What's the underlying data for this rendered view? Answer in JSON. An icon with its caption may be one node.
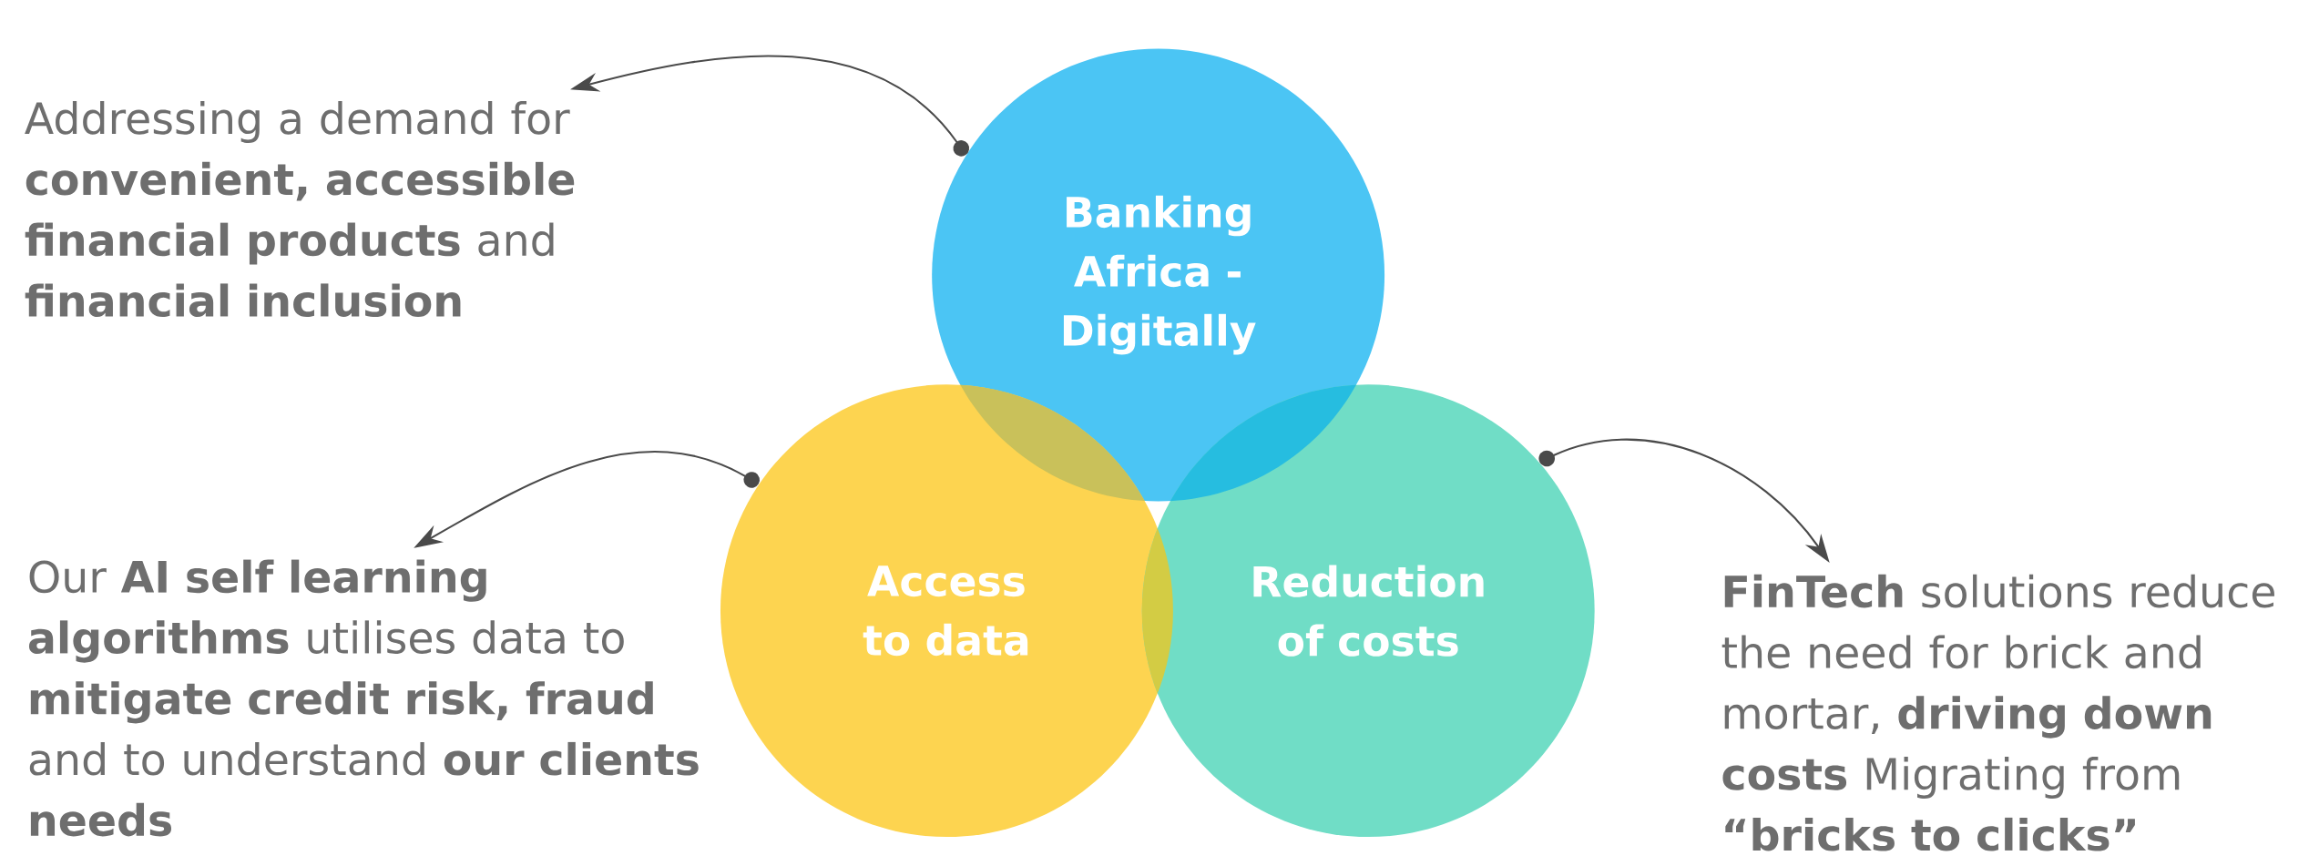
{
  "diagram": {
    "nodes": [
      {
        "text": [
          "Banking Africa - Digitally"
        ]
      },
      {
        "text": [
          "Access to data"
        ]
      },
      {
        "text": [
          "Reduction of costs"
        ]
      },
      {
        "text": [
          "Addressing a demand for **convenient, accessible financial products** and **financial inclusion**"
        ]
      },
      {
        "text": [
          "Our **AI self learning algorithms** utilises data to **mitigate credit risk, fraud** and to understand **our clients needs**"
        ]
      },
      {
        "text": [
          "**FinTech** solutions reduce the need for brick and mortar, **driving down costs** Migrating from **“bricks to clicks”**"
        ]
      }
    ],
    "edges": [
      {
        "from": 0,
        "to": 3,
        "arrow": "to"
      },
      {
        "from": 1,
        "to": 4,
        "arrow": "to"
      },
      {
        "from": 2,
        "to": 5,
        "arrow": "to"
      }
    ]
  }
}
